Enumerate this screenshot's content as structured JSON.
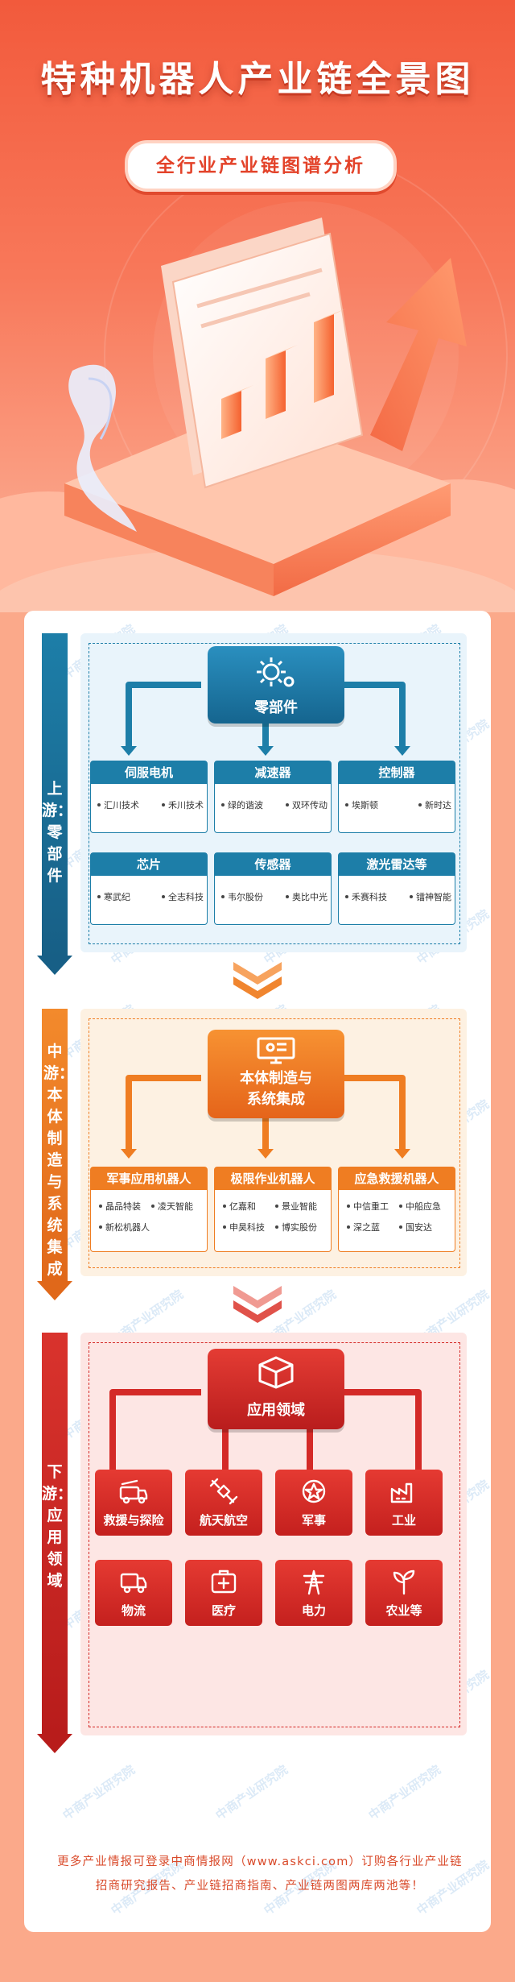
{
  "header": {
    "title": "特种机器人产业链全景图",
    "subtitle": "全行业产业链图谱分析"
  },
  "watermark": "中商产业研究院",
  "colors": {
    "upstream": "#1d7ea8",
    "midstream": "#ef7d22",
    "downstream": "#d42a27",
    "accent": "#f25a3c"
  },
  "upstream": {
    "label": "上游：零部件",
    "hub": "零部件",
    "hub_icon": "gear-icon",
    "cards": [
      {
        "title": "伺服电机",
        "items": [
          "汇川技术",
          "禾川技术"
        ]
      },
      {
        "title": "减速器",
        "items": [
          "绿的谐波",
          "双环传动"
        ]
      },
      {
        "title": "控制器",
        "items": [
          "埃斯顿",
          "新时达"
        ]
      },
      {
        "title": "芯片",
        "items": [
          "寒武纪",
          "全志科技"
        ]
      },
      {
        "title": "传感器",
        "items": [
          "韦尔股份",
          "奥比中光"
        ]
      },
      {
        "title": "激光雷达等",
        "items": [
          "禾赛科技",
          "镭神智能"
        ]
      }
    ]
  },
  "midstream": {
    "label": "中游：本体制造与系统集成",
    "hub": [
      "本体制造与",
      "系统集成"
    ],
    "hub_icon": "monitor-robot-icon",
    "cards": [
      {
        "title": "军事应用机器人",
        "items": [
          "晶品特装",
          "凌天智能",
          "新松机器人"
        ]
      },
      {
        "title": "极限作业机器人",
        "items": [
          "亿嘉和",
          "景业智能",
          "申昊科技",
          "博实股份"
        ]
      },
      {
        "title": "应急救援机器人",
        "items": [
          "中信重工",
          "中船应急",
          "深之蓝",
          "国安达"
        ]
      }
    ]
  },
  "downstream": {
    "label": "下游：应用领域",
    "hub": "应用领域",
    "hub_icon": "box-icon",
    "tiles": [
      {
        "label": "救援与探险",
        "icon": "fire-truck-icon"
      },
      {
        "label": "航天航空",
        "icon": "satellite-icon"
      },
      {
        "label": "军事",
        "icon": "military-badge-icon"
      },
      {
        "label": "工业",
        "icon": "factory-icon"
      },
      {
        "label": "物流",
        "icon": "delivery-truck-icon"
      },
      {
        "label": "医疗",
        "icon": "medical-kit-icon"
      },
      {
        "label": "电力",
        "icon": "power-tower-icon"
      },
      {
        "label": "农业等",
        "icon": "sprout-icon"
      }
    ]
  },
  "footer": "更多产业情报可登录中商情报网（www.askci.com）订购各行业产业链招商研究报告、产业链招商指南、产业链两图两库两池等！"
}
